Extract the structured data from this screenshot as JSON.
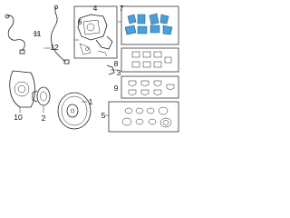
{
  "callouts": {
    "c1": "1",
    "c2": "2",
    "c3": "3",
    "c4": "4",
    "c5": "5",
    "c6": "6",
    "c7": "7",
    "c8": "8",
    "c9": "9",
    "c10": "10",
    "c11": "11",
    "c12": "12"
  },
  "colors": {
    "highlight": "#4a9fd8",
    "line": "#222222",
    "background": "#ffffff"
  }
}
